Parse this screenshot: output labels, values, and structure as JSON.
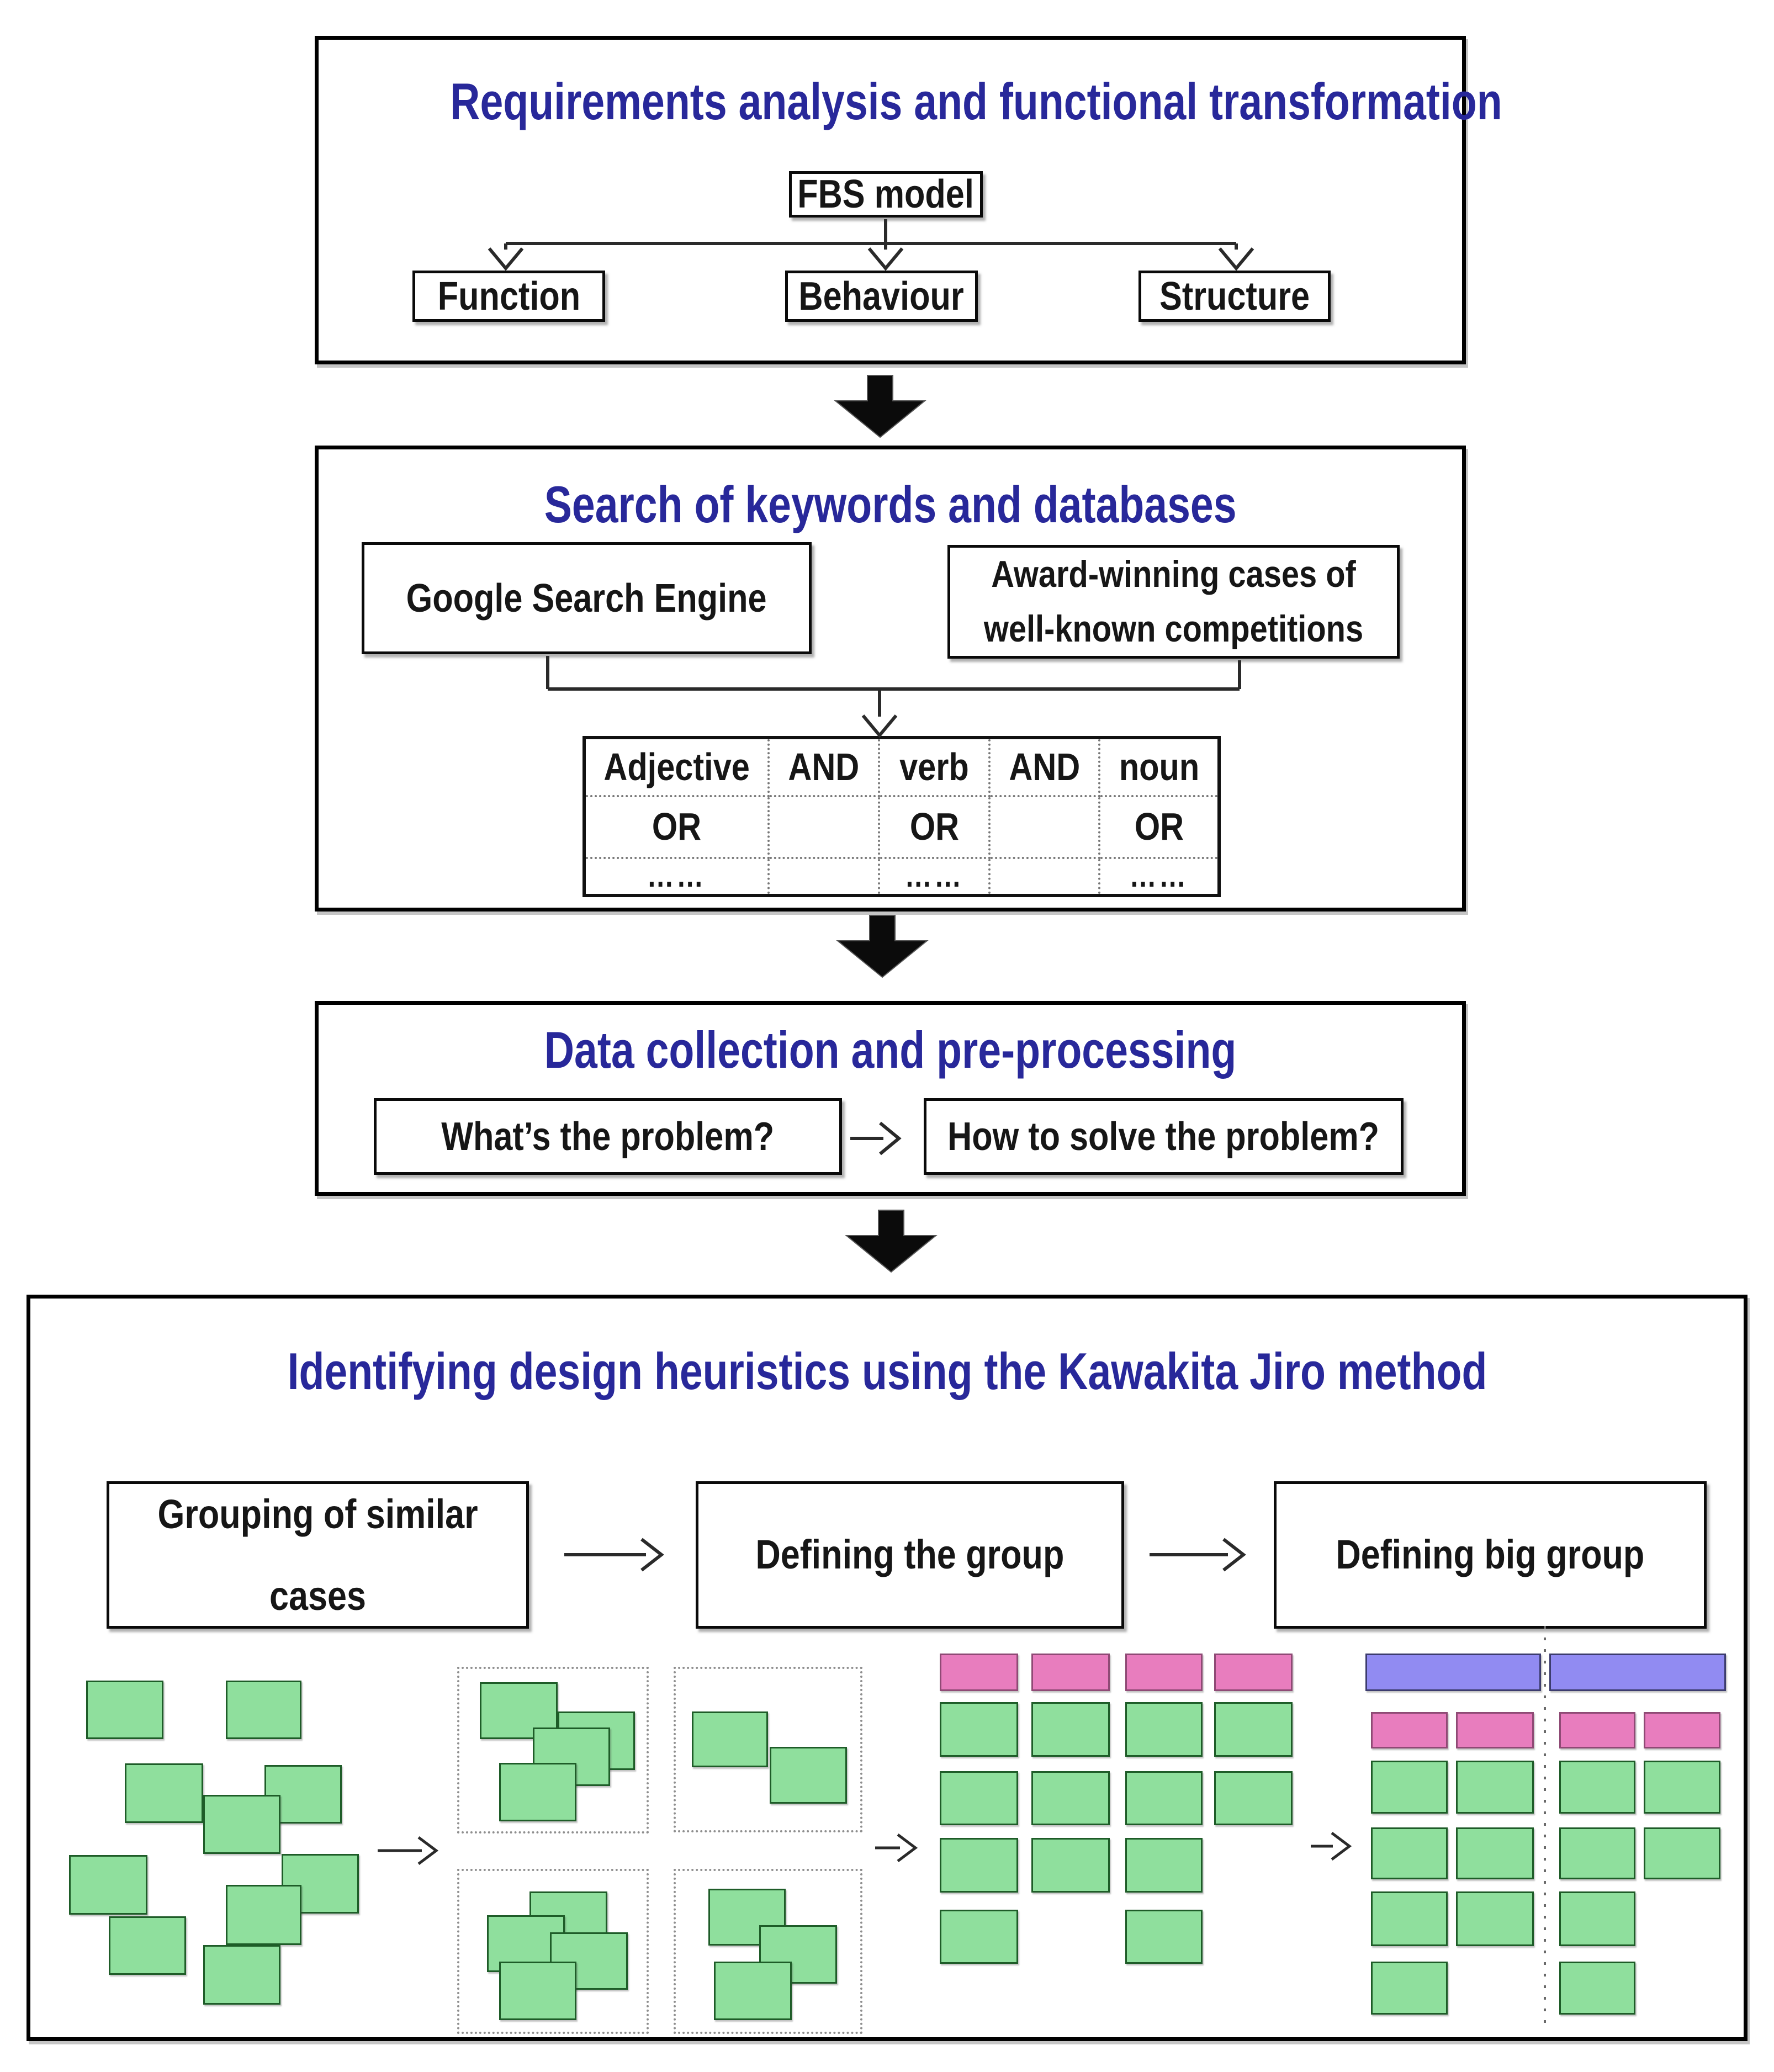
{
  "colors": {
    "title_navy": "#28289a",
    "keyword_red": "#e31313",
    "card_green": "#8fdf9d",
    "card_green_border": "#1e5c28",
    "card_pink": "#e87dbe",
    "card_pink_border": "#8f4a75",
    "card_blue": "#918bf2",
    "card_blue_border": "#3c3c6e",
    "line_black": "#2a2a2a"
  },
  "section1": {
    "title": "Requirements analysis and functional transformation",
    "fbs_label": "FBS model",
    "children": [
      "Function",
      "Behaviour",
      "Structure"
    ]
  },
  "section2": {
    "title": "Search of keywords and databases",
    "source_google": "Google Search Engine",
    "source_award": "Award-winning cases of well-known competitions",
    "keyword_table": {
      "row1": [
        "Adjective",
        "AND",
        "verb",
        "AND",
        "noun"
      ],
      "row2": [
        "OR",
        "",
        "OR",
        "",
        "OR"
      ],
      "row3": [
        "……",
        "",
        "……",
        "",
        "……"
      ]
    }
  },
  "section3": {
    "title": "Data collection and pre-processing",
    "problem_box": "What’s the problem?",
    "solution_box": "How to solve the problem?"
  },
  "section4": {
    "title": "Identifying design heuristics using the Kawakita Jiro method",
    "steps": [
      "Grouping of similar cases",
      "Defining the group",
      "Defining big group"
    ],
    "kj_panels": {
      "scattered_cards": 10,
      "grouped_boxes_card_counts": [
        4,
        2,
        4,
        3
      ],
      "defined_groups": {
        "columns": 4,
        "pink_headers": 4,
        "green_cards_per_column": [
          4,
          3,
          4,
          2
        ]
      },
      "big_groups": {
        "blue_headers": 2,
        "pink_headers": 4,
        "green_cards_per_column": [
          4,
          3,
          4,
          2
        ]
      }
    }
  }
}
